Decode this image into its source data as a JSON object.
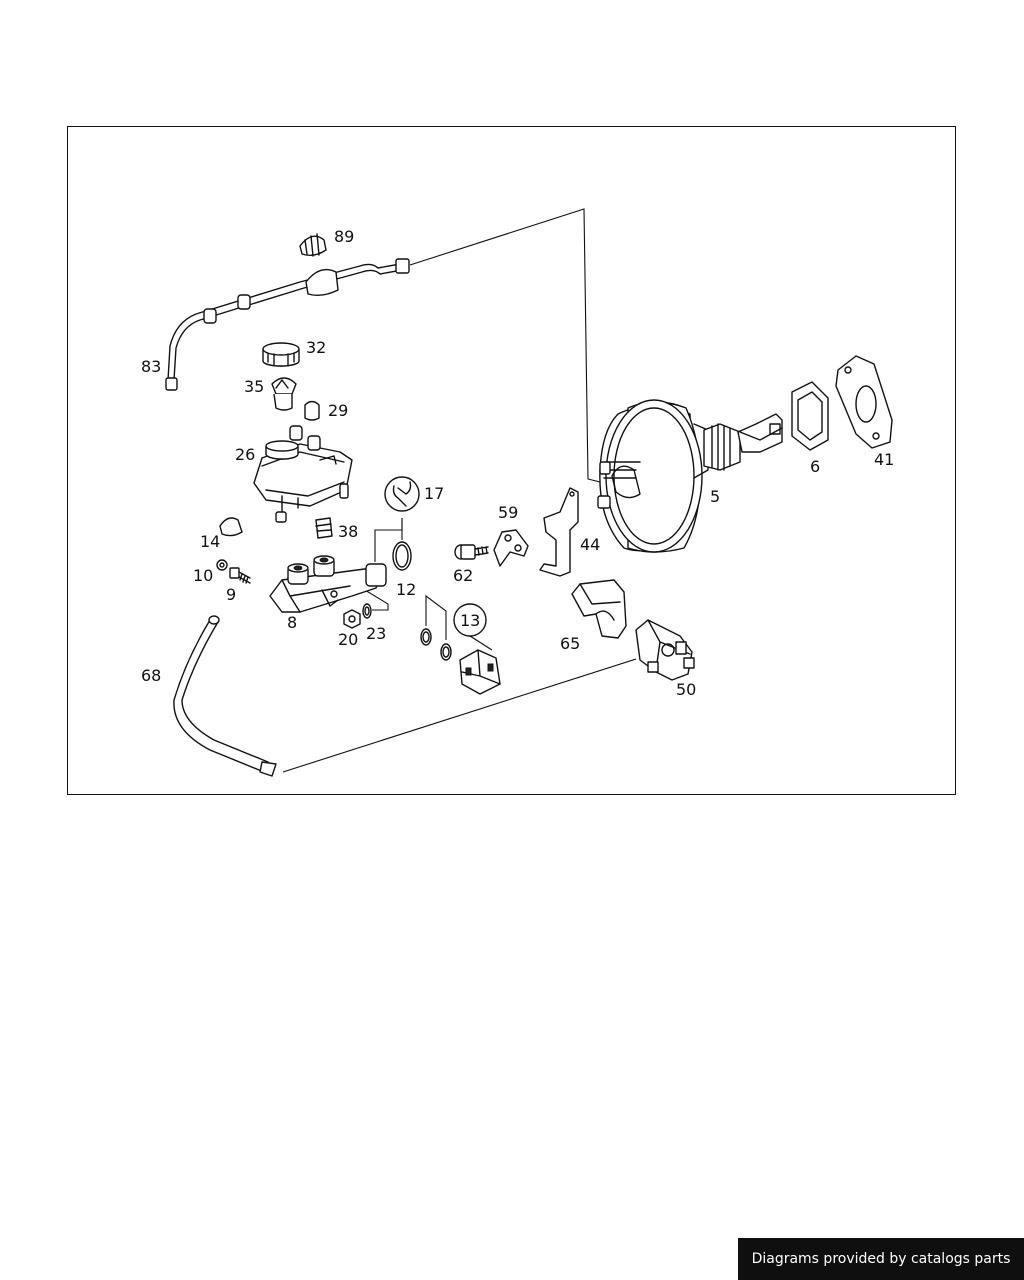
{
  "callouts": {
    "p89": "89",
    "p83": "83",
    "p32": "32",
    "p35": "35",
    "p29": "29",
    "p26": "26",
    "p17": "17",
    "p14": "14",
    "p38": "38",
    "p10": "10",
    "p9": "9",
    "p12": "12",
    "p8": "8",
    "p20": "20",
    "p23": "23",
    "p62": "62",
    "p59": "59",
    "p44": "44",
    "p13": "13",
    "p5": "5",
    "p6": "6",
    "p41": "41",
    "p65": "65",
    "p50": "50",
    "p68": "68"
  },
  "footer": {
    "credit": "Diagrams provided by catalogs parts"
  }
}
